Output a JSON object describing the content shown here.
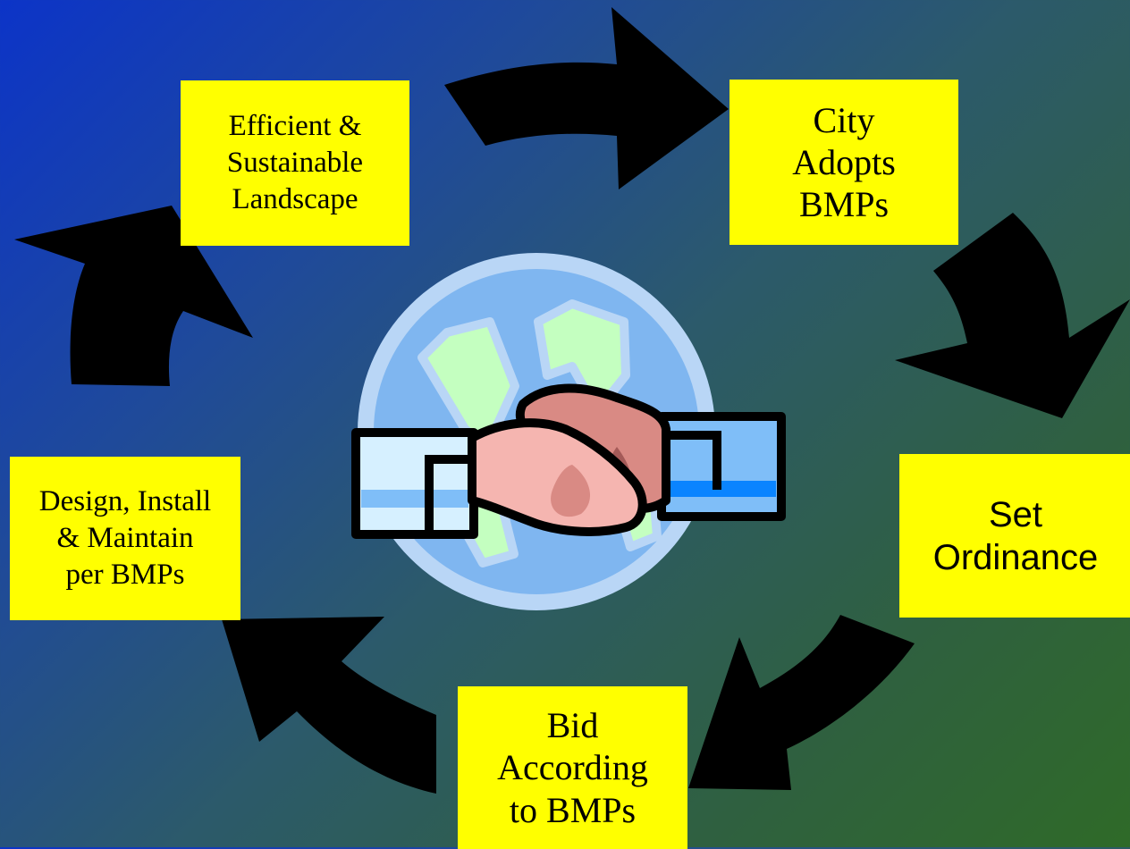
{
  "diagram": {
    "box_color": "#ffff00",
    "arrow_color": "#000000",
    "steps": [
      {
        "id": "efficient",
        "lines": [
          "Efficient &",
          "Sustainable",
          "Landscape"
        ]
      },
      {
        "id": "city",
        "lines": [
          "City",
          "Adopts",
          "BMPs"
        ]
      },
      {
        "id": "ordinance",
        "lines": [
          "Set",
          "Ordinance"
        ]
      },
      {
        "id": "bid",
        "lines": [
          "Bid",
          "According",
          "to BMPs"
        ]
      },
      {
        "id": "design",
        "lines": [
          "Design, Install",
          "& Maintain",
          "per BMPs"
        ]
      }
    ],
    "center_icon": "globe-handshake-icon",
    "arrow_icon": "curved-arrow-icon"
  }
}
